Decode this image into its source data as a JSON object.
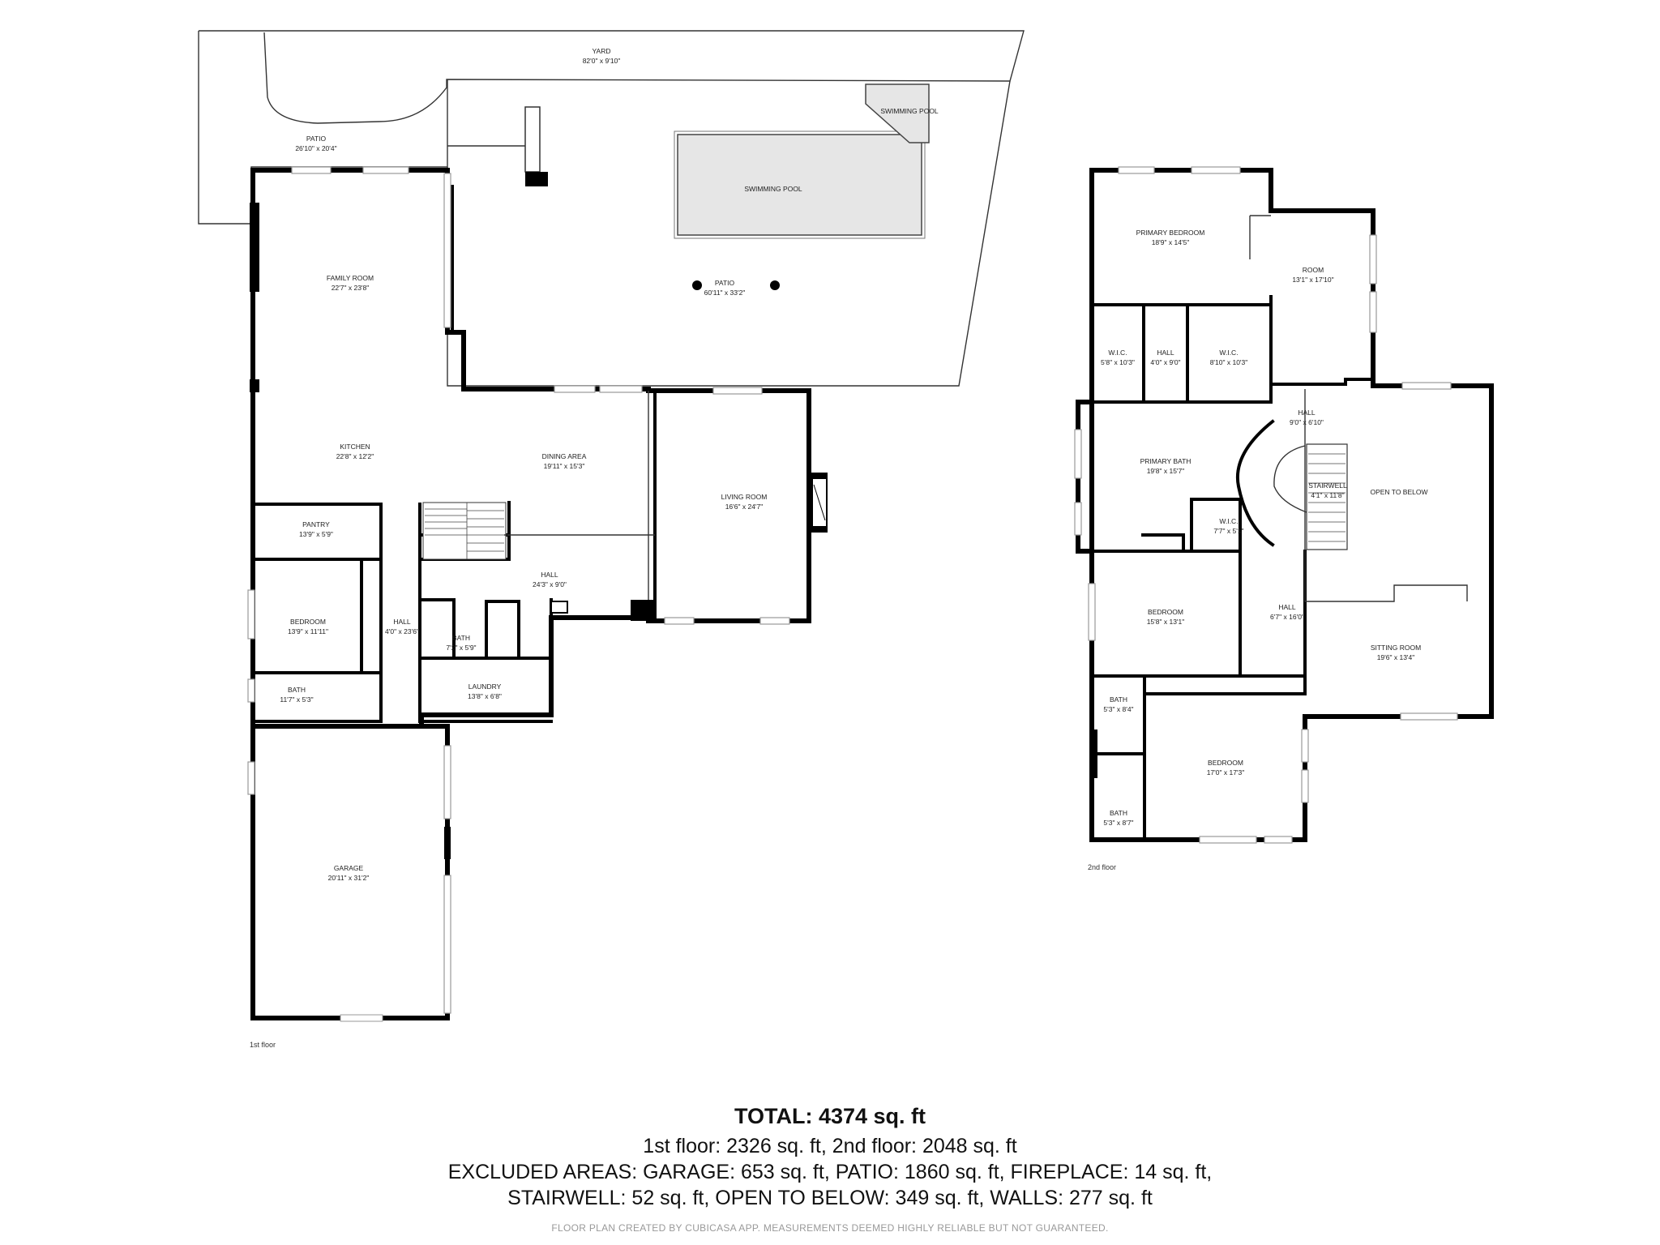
{
  "floors": [
    {
      "label": "1st floor",
      "rooms": [
        {
          "name": "YARD",
          "dims": "82'0\" x 9'10\""
        },
        {
          "name": "PATIO",
          "dims": "26'10\" x 20'4\""
        },
        {
          "name": "SWIMMING POOL",
          "dims": ""
        },
        {
          "name": "SWIMMING POOL",
          "dims": ""
        },
        {
          "name": "FAMILY ROOM",
          "dims": "22'7\" x 23'8\""
        },
        {
          "name": "PATIO",
          "dims": "60'11\" x 33'2\""
        },
        {
          "name": "KITCHEN",
          "dims": "22'8\" x 12'2\""
        },
        {
          "name": "DINING AREA",
          "dims": "19'11\" x 15'3\""
        },
        {
          "name": "LIVING ROOM",
          "dims": "16'6\" x 24'7\""
        },
        {
          "name": "PANTRY",
          "dims": "13'9\" x 5'9\""
        },
        {
          "name": "HALL",
          "dims": "24'3\" x 9'0\""
        },
        {
          "name": "BEDROOM",
          "dims": "13'9\" x 11'11\""
        },
        {
          "name": "HALL",
          "dims": "4'0\" x 23'6\""
        },
        {
          "name": "BATH",
          "dims": "7'2\" x 5'9\""
        },
        {
          "name": "BATH",
          "dims": "11'7\" x 5'3\""
        },
        {
          "name": "LAUNDRY",
          "dims": "13'8\" x 6'8\""
        },
        {
          "name": "GARAGE",
          "dims": "20'11\" x 31'2\""
        }
      ]
    },
    {
      "label": "2nd floor",
      "rooms": [
        {
          "name": "PRIMARY BEDROOM",
          "dims": "18'9\" x 14'5\""
        },
        {
          "name": "ROOM",
          "dims": "13'1\" x 17'10\""
        },
        {
          "name": "W.I.C.",
          "dims": "5'8\" x 10'3\""
        },
        {
          "name": "HALL",
          "dims": "4'0\" x 9'0\""
        },
        {
          "name": "W.I.C.",
          "dims": "8'10\" x 10'3\""
        },
        {
          "name": "HALL",
          "dims": "9'0\" x 6'10\""
        },
        {
          "name": "PRIMARY BATH",
          "dims": "19'8\" x 15'7\""
        },
        {
          "name": "STAIRWELL",
          "dims": "4'1\" x 11'8\""
        },
        {
          "name": "OPEN TO BELOW",
          "dims": ""
        },
        {
          "name": "W.I.C.",
          "dims": "7'7\" x 5'1\""
        },
        {
          "name": "BEDROOM",
          "dims": "15'8\" x 13'1\""
        },
        {
          "name": "HALL",
          "dims": "6'7\" x 16'0\""
        },
        {
          "name": "SITTING ROOM",
          "dims": "19'6\" x 13'4\""
        },
        {
          "name": "BATH",
          "dims": "5'3\" x 8'4\""
        },
        {
          "name": "BEDROOM",
          "dims": "17'0\" x 17'3\""
        },
        {
          "name": "BATH",
          "dims": "5'3\" x 8'7\""
        }
      ]
    }
  ],
  "summary": {
    "total": "TOTAL: 4374 sq. ft",
    "line1": "1st floor: 2326 sq. ft, 2nd floor: 2048 sq. ft",
    "line2": "EXCLUDED AREAS: GARAGE: 653 sq. ft, PATIO: 1860 sq. ft, FIREPLACE: 14 sq. ft,",
    "line3": "STAIRWELL: 52 sq. ft, OPEN TO BELOW: 349 sq. ft, WALLS: 277 sq. ft",
    "credit": "FLOOR PLAN CREATED BY CUBICASA APP. MEASUREMENTS DEEMED HIGHLY RELIABLE BUT NOT GUARANTEED."
  }
}
